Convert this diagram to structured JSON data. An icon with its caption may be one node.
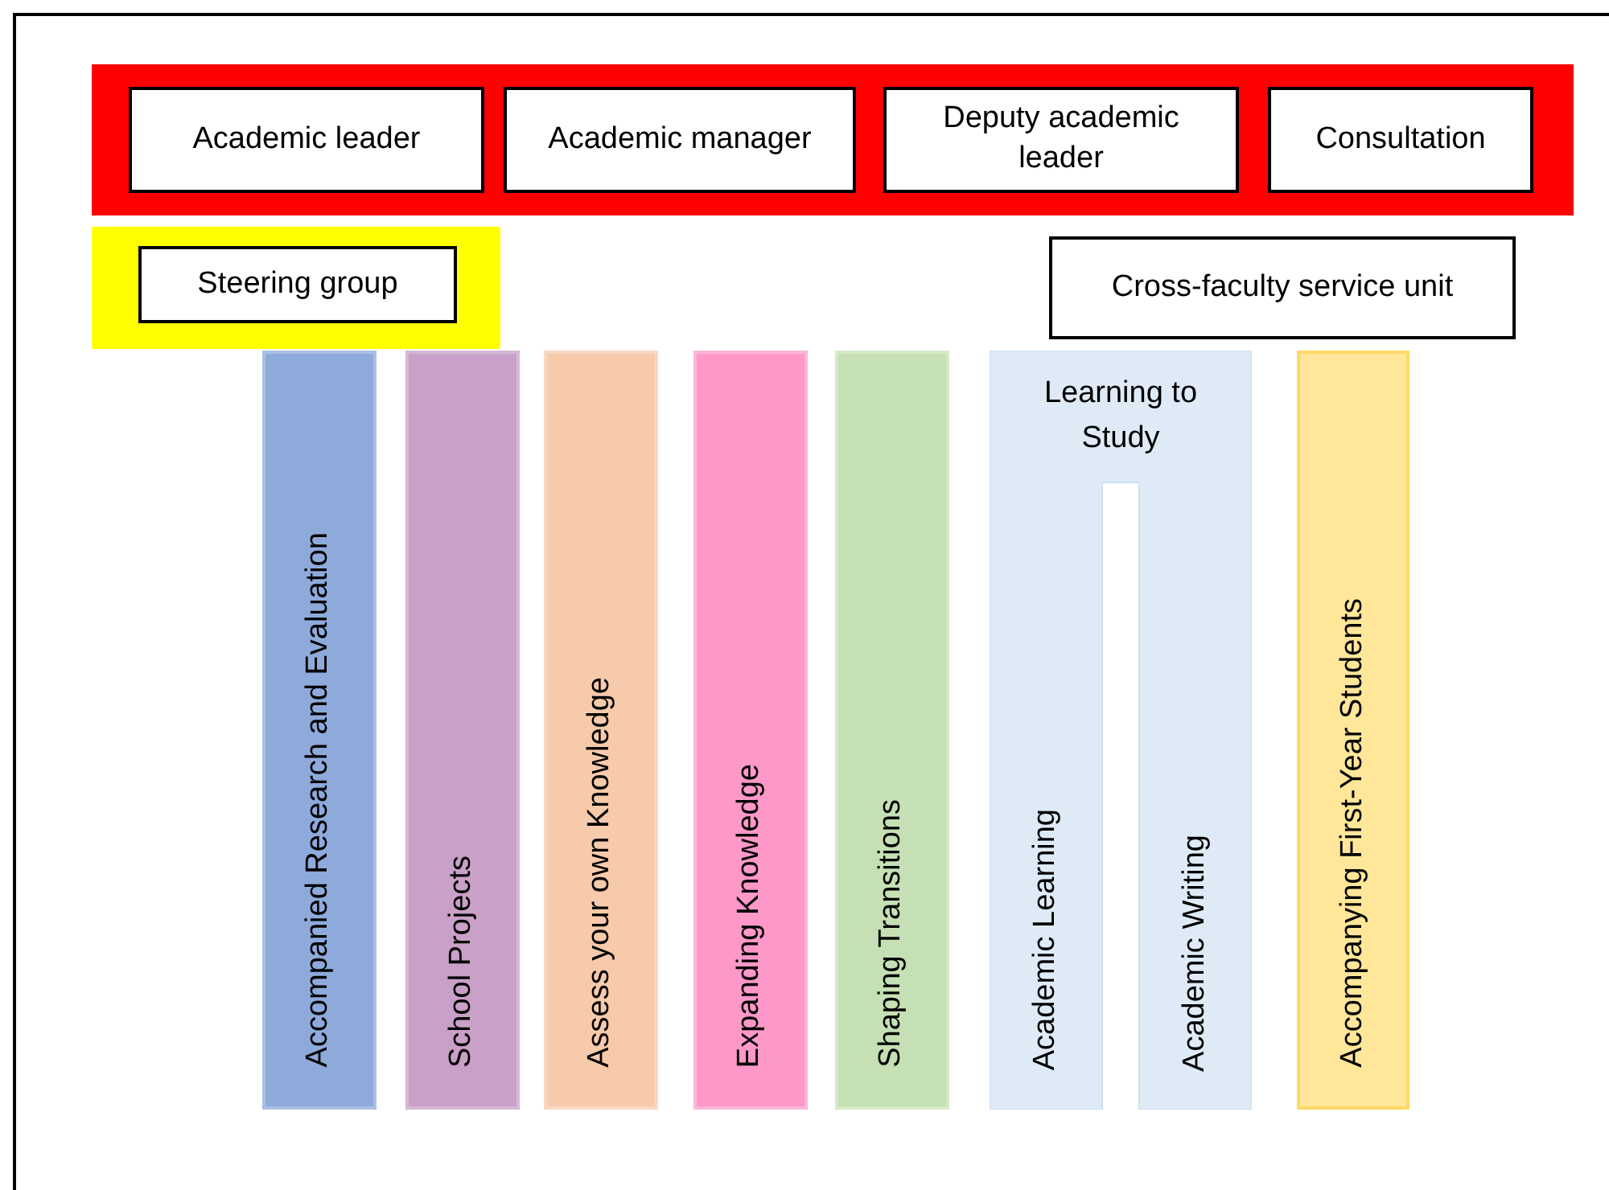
{
  "diagram": {
    "nodes": [
      {
        "text": [],
        "shape": "bar"
      },
      {
        "text": [
          "Academic leader"
        ],
        "in": 0
      },
      {
        "text": [
          "Academic manager"
        ],
        "in": 0
      },
      {
        "text": [
          "Deputy academic leader"
        ],
        "in": 0
      },
      {
        "text": [
          "Consultation"
        ],
        "in": 0
      },
      {
        "text": [],
        "shape": "box"
      },
      {
        "text": [
          "Steering group"
        ],
        "in": 5
      },
      {
        "text": [
          "Cross-faculty service unit"
        ]
      },
      {
        "text": [
          "Accompanied Research and Evaluation"
        ]
      },
      {
        "text": [
          "School Projects"
        ]
      },
      {
        "text": [
          "Assess your own Knowledge"
        ]
      },
      {
        "text": [
          "Expanding Knowledge"
        ]
      },
      {
        "text": [
          "Shaping Transitions"
        ]
      },
      {
        "text": [
          "Learning to Study"
        ]
      },
      {
        "text": [
          "Academic Learning"
        ],
        "in": 13
      },
      {
        "text": [
          "Academic Writing"
        ],
        "in": 13
      },
      {
        "text": [
          "Accompanying First-Year Students"
        ]
      }
    ]
  }
}
